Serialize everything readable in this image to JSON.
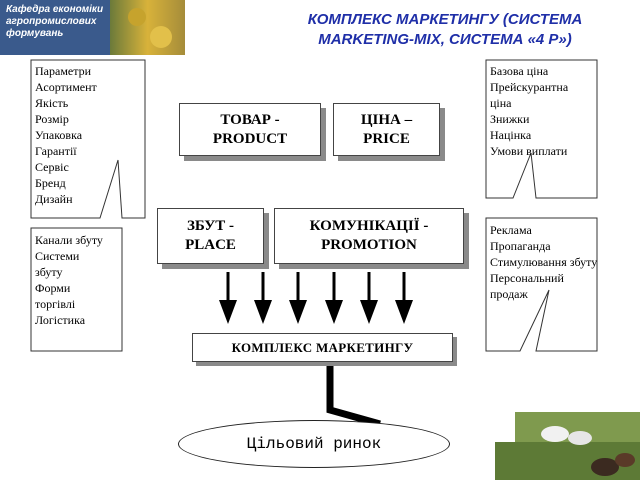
{
  "banner": {
    "line1": "Кафедра економіки",
    "line2": "агропромислових",
    "line3": "формувань"
  },
  "title": {
    "line1": "КОМПЛЕКС МАРКЕТИНГУ (СИСТЕМА",
    "line2": "MARKETING-MIX, СИСТЕМА «4 P»)"
  },
  "notes": {
    "product": [
      "Параметри",
      "Асортимент",
      "Якість",
      "Розмір",
      "Упаковка",
      "Гарантії",
      "Сервіс",
      "Бренд",
      "Дизайн"
    ],
    "place": [
      "Канали збуту",
      "Системи",
      "збуту",
      "Форми",
      "торгівлі",
      "Логістика"
    ],
    "price": [
      "Базова ціна",
      "Прейскурантна",
      "ціна",
      "Знижки",
      "Націнка",
      "Умови виплати"
    ],
    "promotion": [
      "Реклама",
      "Пропаганда",
      "Стимулювання збуту",
      "Персональний",
      "продаж"
    ]
  },
  "boxes": {
    "product": {
      "line1": "ТОВАР -",
      "line2": "PRODUCT"
    },
    "price": {
      "line1": "ЦІНА –",
      "line2": "PRICE"
    },
    "place": {
      "line1": "ЗБУТ -",
      "line2": "PLACE"
    },
    "promotion": {
      "line1": "КОМУНІКАЦІЇ -",
      "line2": "PROMOTION"
    }
  },
  "complex_label": "КОМПЛЕКС МАРКЕТИНГУ",
  "target_label": "Цільовий ринок",
  "colors": {
    "title": "#1f2fa8",
    "banner": "#3a5a8c",
    "shadow": "#8a8a8a"
  }
}
